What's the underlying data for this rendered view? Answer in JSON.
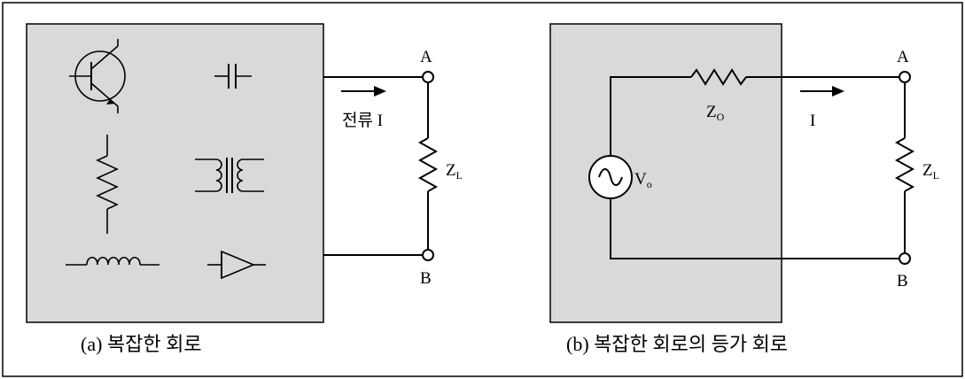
{
  "colors": {
    "box_fill": "#d9d9d9",
    "line": "#000000",
    "background": "#ffffff"
  },
  "left": {
    "caption": "(a) 복잡한 회로",
    "current_label": "전류 I",
    "node_a": "A",
    "node_b": "B",
    "load_main": "Z",
    "load_sub": "L",
    "component_icons": [
      "transistor-icon",
      "capacitor-icon",
      "resistor-icon",
      "transformer-icon",
      "inductor-icon",
      "amplifier-icon"
    ]
  },
  "right": {
    "caption": "(b) 복잡한 회로의 등가 회로",
    "current_label": "I",
    "node_a": "A",
    "node_b": "B",
    "source_main": "V",
    "source_sub": "o",
    "series_main": "Z",
    "series_sub": "O",
    "load_main": "Z",
    "load_sub": "L"
  }
}
